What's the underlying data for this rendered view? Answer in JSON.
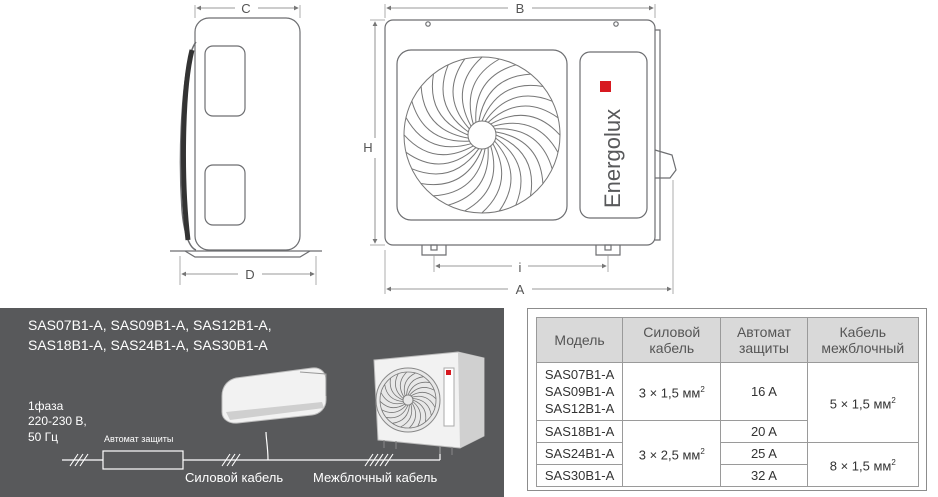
{
  "dimensions": {
    "c": "C",
    "d": "D",
    "b": "B",
    "h": "H",
    "i": "i",
    "a": "A"
  },
  "brand": {
    "logo_text": "Energolux"
  },
  "wiring": {
    "models_line1": "SAS07B1-A, SAS09B1-A, SAS12B1-A,",
    "models_line2": "SAS18B1-A, SAS24B1-A, SAS30B1-A",
    "power_line1": "1фаза",
    "power_line2": "220-230 В,",
    "power_line3": "50 Гц",
    "breaker_label": "Автомат защиты",
    "power_cable_label": "Силовой кабель",
    "interconnect_cable_label": "Межблочный кабель"
  },
  "spec_table": {
    "headers": [
      "Модель",
      "Силовой кабель",
      "Автомат защиты",
      "Кабель межблочный"
    ],
    "models": [
      "SAS07B1-A",
      "SAS09B1-A",
      "SAS12B1-A",
      "SAS18B1-A",
      "SAS24B1-A",
      "SAS30B1-A"
    ],
    "power_cable": {
      "group1_prefix": "3 × 1,5 мм",
      "group2_prefix": "3 × 2,5 мм",
      "sup": "2"
    },
    "breakers": [
      "16 A",
      "20 A",
      "25 A",
      "32 A"
    ],
    "interconnect": {
      "group1_prefix": "5 × 1,5 мм",
      "group2_prefix": "8 × 1,5 мм",
      "sup": "2"
    }
  },
  "colors": {
    "panel_bg": "#58595b",
    "header_bg": "#d9d9d9",
    "brand_red": "#d71920",
    "line": "#6d6e71"
  }
}
